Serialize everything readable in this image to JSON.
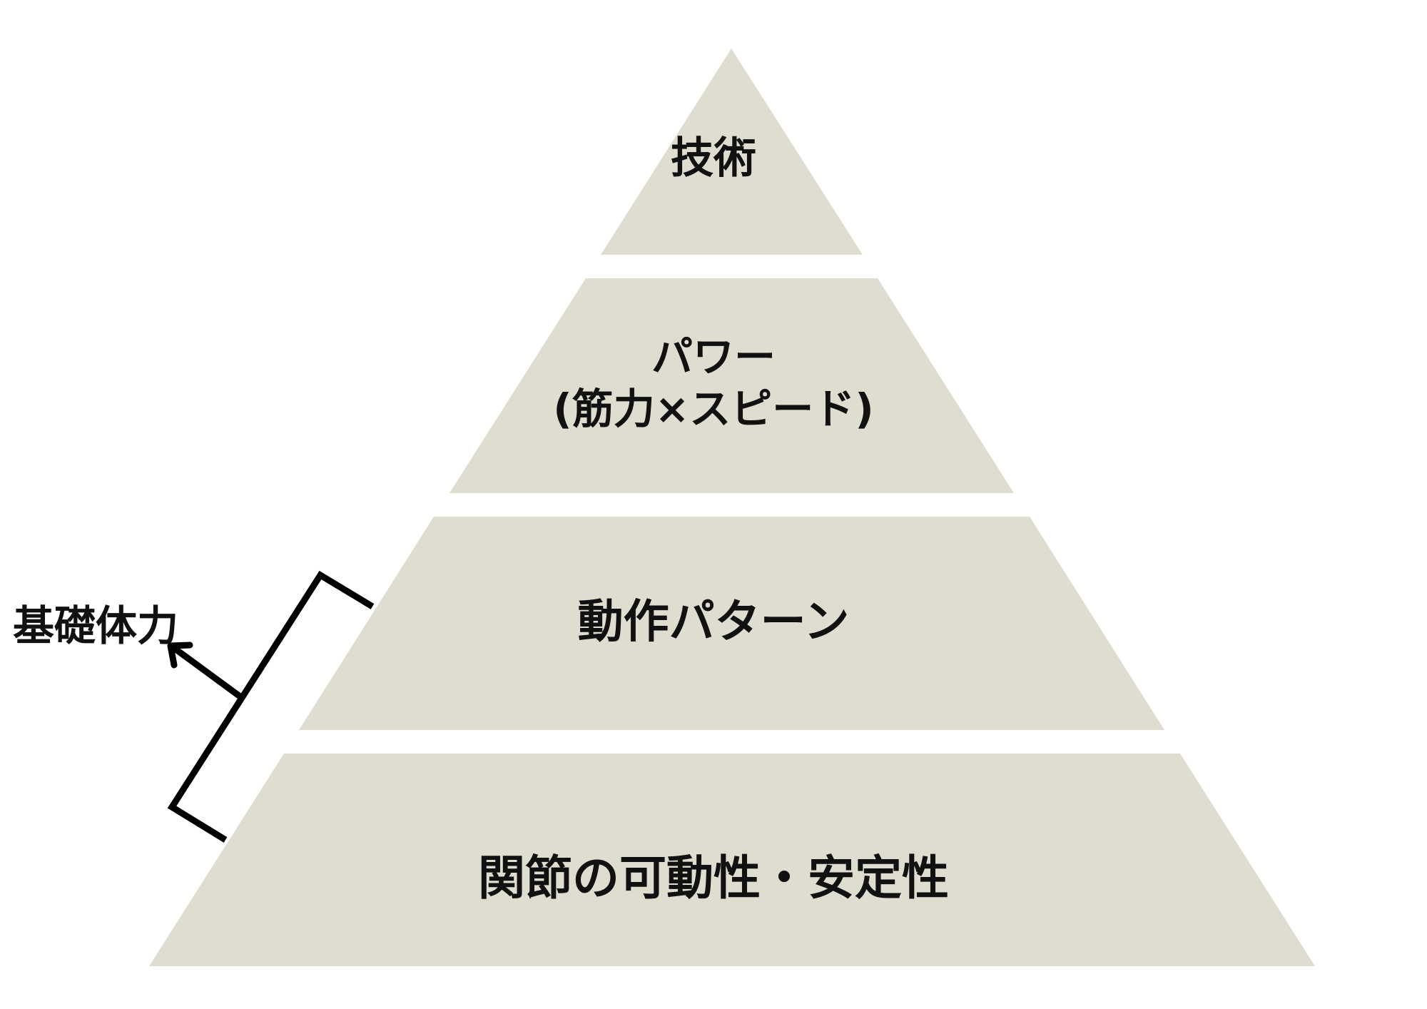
{
  "colors": {
    "level_fill": "#dfdcd0",
    "text": "#111111",
    "bracket": "#000000",
    "background": "#ffffff"
  },
  "levels": [
    {
      "label_lines": [
        "技術"
      ]
    },
    {
      "label_lines": [
        "パワー",
        "(筋力×スピード)"
      ]
    },
    {
      "label_lines": [
        "動作パターン"
      ]
    },
    {
      "label_lines": [
        "関節の可動性・安定性"
      ]
    }
  ],
  "annotation": {
    "label": "基礎体力",
    "arrow_icon": "arrow-up-left-icon",
    "bracket_icon": "bracket-icon"
  }
}
